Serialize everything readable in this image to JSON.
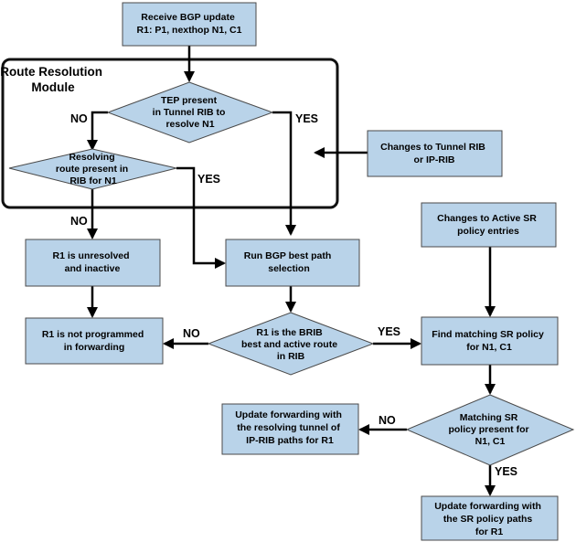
{
  "module": {
    "title": [
      "Route Resolution",
      "Module"
    ]
  },
  "nodes": {
    "receive": [
      "Receive BGP update",
      "R1: P1, nexthop N1, C1"
    ],
    "tep": [
      "TEP present",
      "in Tunnel RIB to",
      "resolve N1"
    ],
    "resolving": [
      "Resolving",
      "route present in",
      "RIB for N1"
    ],
    "changes_rib": [
      "Changes to Tunnel RIB",
      "or IP-RIB"
    ],
    "changes_sr": [
      "Changes to Active SR",
      "policy entries"
    ],
    "unresolved": [
      "R1 is unresolved",
      "and inactive"
    ],
    "bestpath": [
      "Run BGP best path",
      "selection"
    ],
    "not_programmed": [
      "R1 is not programmed",
      "in forwarding"
    ],
    "brib": [
      "R1 is the BRIB",
      "best and active route",
      "in RIB"
    ],
    "find_sr": [
      "Find matching SR policy",
      "for N1, C1"
    ],
    "matching_sr": [
      "Matching SR",
      "policy present for",
      "N1, C1"
    ],
    "update_tunnel": [
      "Update forwarding with",
      "the resolving tunnel of",
      "IP-RIB paths for R1"
    ],
    "update_sr": [
      "Update forwarding with",
      "the SR policy paths",
      "for R1"
    ]
  },
  "edges": {
    "tep_no": "NO",
    "tep_yes": "YES",
    "resolving_no": "NO",
    "resolving_yes": "YES",
    "brib_no": "NO",
    "brib_yes": "YES",
    "sr_no": "NO",
    "sr_yes": "YES"
  }
}
